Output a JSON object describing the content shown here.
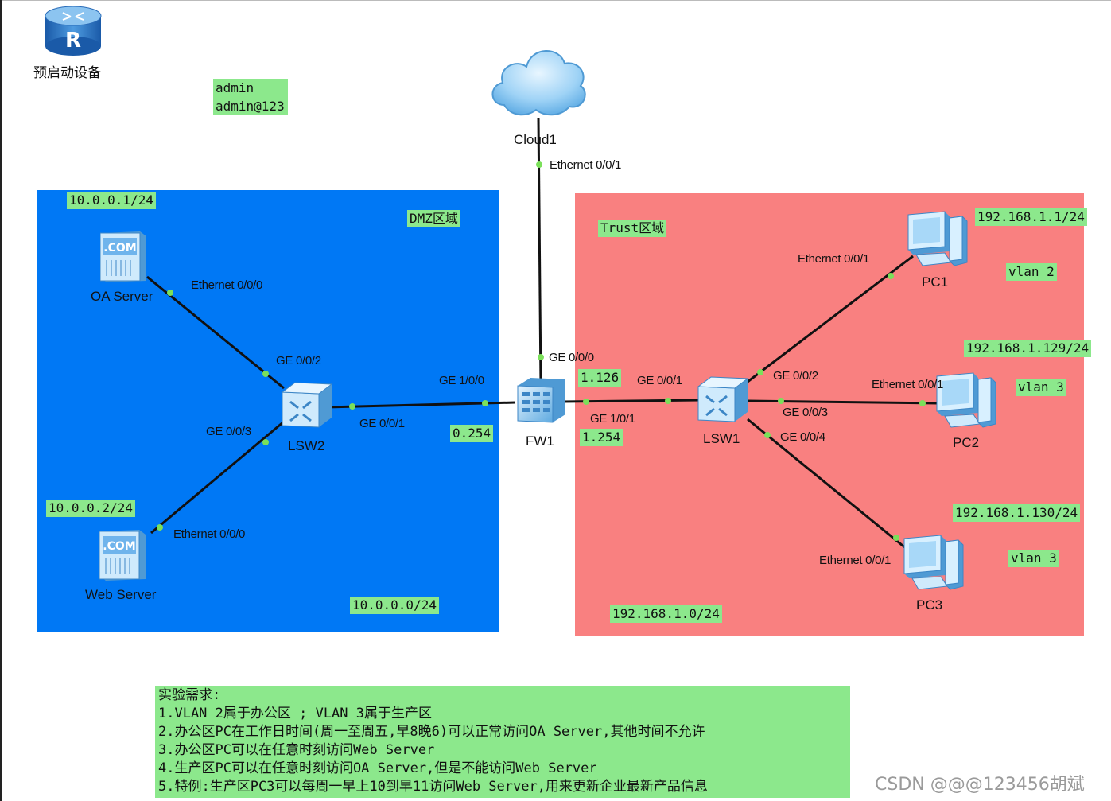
{
  "router_legend": {
    "caption": "预启动设备",
    "icon": "router-icon"
  },
  "credentials": {
    "user": "admin",
    "password": "admin@123"
  },
  "zones": {
    "dmz": {
      "name": "DMZ区域",
      "subnet": "10.0.0.0/24",
      "color": "#0078f5"
    },
    "trust": {
      "name": "Trust区域",
      "subnet": "192.168.1.0/24",
      "color": "#f98080"
    }
  },
  "devices": {
    "cloud1": {
      "name": "Cloud1"
    },
    "fw1": {
      "name": "FW1"
    },
    "lsw1": {
      "name": "LSW1"
    },
    "lsw2": {
      "name": "LSW2"
    },
    "oa_server": {
      "name": "OA Server",
      "ip": "10.0.0.1/24"
    },
    "web_server": {
      "name": "Web Server",
      "ip": "10.0.0.2/24"
    },
    "pc1": {
      "name": "PC1",
      "ip": "192.168.1.1/24",
      "vlan": "vlan 2"
    },
    "pc2": {
      "name": "PC2",
      "ip": "192.168.1.129/24",
      "vlan": "vlan 3"
    },
    "pc3": {
      "name": "PC3",
      "ip": "192.168.1.130/24",
      "vlan": "vlan 3"
    }
  },
  "ports": {
    "cloud_eth": "Ethernet 0/0/1",
    "fw_ge000": "GE 0/0/0",
    "fw_ge100": "GE 1/0/0",
    "fw_ge101": "GE 1/0/1",
    "lsw1_ge001": "GE 0/0/1",
    "lsw1_ge002": "GE 0/0/2",
    "lsw1_ge003": "GE 0/0/3",
    "lsw1_ge004": "GE 0/0/4",
    "lsw2_ge001": "GE 0/0/1",
    "lsw2_ge002": "GE 0/0/2",
    "lsw2_ge003": "GE 0/0/3",
    "oa_eth": "Ethernet 0/0/0",
    "web_eth": "Ethernet 0/0/0",
    "pc1_eth": "Ethernet 0/0/1",
    "pc2_eth": "Ethernet 0/0/1",
    "pc3_eth": "Ethernet 0/0/1"
  },
  "addresses": {
    "fw_dmz": "0.254",
    "fw_ge000": "1.126",
    "fw_trust": "1.254"
  },
  "requirements": {
    "title": "实验需求:",
    "items": [
      "1.VLAN 2属于办公区 ; VLAN 3属于生产区",
      "2.办公区PC在工作日时间(周一至周五,早8晚6)可以正常访问OA Server,其他时间不允许",
      "3.办公区PC可以在任意时刻访问Web Server",
      "4.生产区PC可以在任意时刻访问OA Server,但是不能访问Web Server",
      "5.特例:生产区PC3可以每周一早上10到早11访问Web Server,用来更新企业最新产品信息"
    ]
  },
  "watermark": "CSDN @@@123456胡斌"
}
